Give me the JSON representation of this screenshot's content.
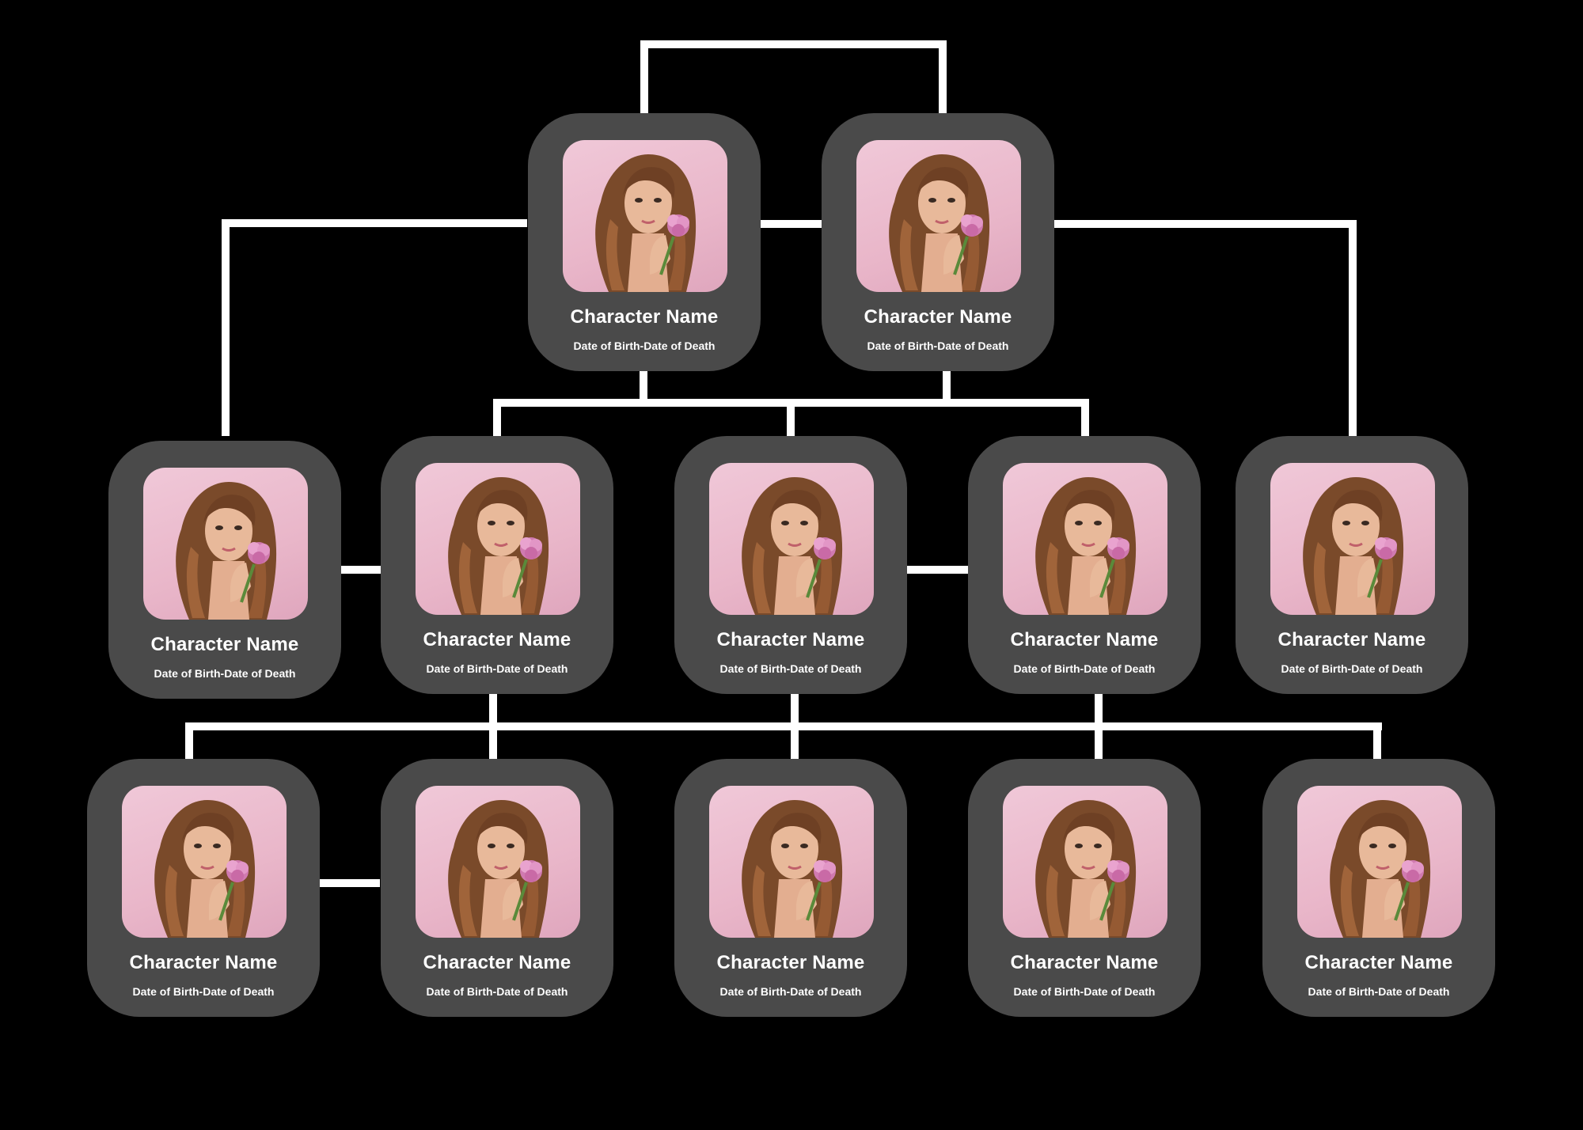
{
  "tree": {
    "cards": [
      {
        "id": "gen1-left",
        "name": "Character Name",
        "dates": "Date of Birth-Date of Death"
      },
      {
        "id": "gen1-right",
        "name": "Character Name",
        "dates": "Date of Birth-Date of Death"
      },
      {
        "id": "gen2-1",
        "name": "Character Name",
        "dates": "Date of Birth-Date of Death"
      },
      {
        "id": "gen2-2",
        "name": "Character Name",
        "dates": "Date of Birth-Date of Death"
      },
      {
        "id": "gen2-3",
        "name": "Character Name",
        "dates": "Date of Birth-Date of Death"
      },
      {
        "id": "gen2-4",
        "name": "Character Name",
        "dates": "Date of Birth-Date of Death"
      },
      {
        "id": "gen2-5",
        "name": "Character Name",
        "dates": "Date of Birth-Date of Death"
      },
      {
        "id": "gen3-1",
        "name": "Character Name",
        "dates": "Date of Birth-Date of Death"
      },
      {
        "id": "gen3-2",
        "name": "Character Name",
        "dates": "Date of Birth-Date of Death"
      },
      {
        "id": "gen3-3",
        "name": "Character Name",
        "dates": "Date of Birth-Date of Death"
      },
      {
        "id": "gen3-4",
        "name": "Character Name",
        "dates": "Date of Birth-Date of Death"
      },
      {
        "id": "gen3-5",
        "name": "Character Name",
        "dates": "Date of Birth-Date of Death"
      }
    ]
  },
  "colors": {
    "background": "#000000",
    "card": "#4a4a4a",
    "connector": "#ffffff",
    "text": "#ffffff",
    "photo_background": "#e9b6c9"
  }
}
